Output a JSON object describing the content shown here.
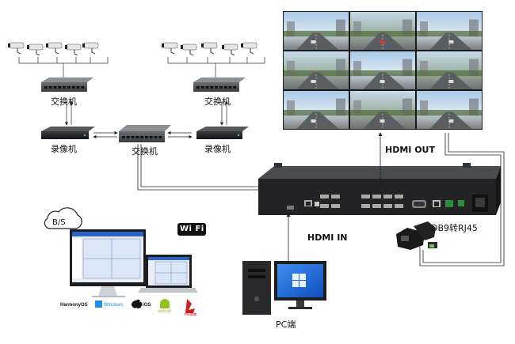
{
  "labels": {
    "switch_left": "交换机",
    "switch_right": "交换机",
    "switch_center": "交换机",
    "nvr_left": "录像机",
    "nvr_right": "录像机",
    "hdmi_out": "HDMI OUT",
    "hdmi_in": "HDMI IN",
    "db9": "DB9转RJ45",
    "pc": "PC端",
    "bs": "B/S",
    "wifi": "Wi Fi"
  },
  "os_logos": [
    {
      "name": "harmonyos",
      "text": "HarmonyOS"
    },
    {
      "name": "windows",
      "text": "Windows"
    },
    {
      "name": "ios",
      "text": "iOS"
    },
    {
      "name": "android",
      "text": "android"
    },
    {
      "name": "kylin",
      "text": "中标麒麟"
    }
  ],
  "colors": {
    "device_dark": "#2b2b2d",
    "line": "#333333",
    "screen_blue": "#1a5fd0",
    "windows_blue": "#1a8fe3",
    "android_green": "#8fc31f",
    "kylin_red": "#d11f1f"
  },
  "camera_count_per_group": 5,
  "video_wall_grid": {
    "rows": 3,
    "cols": 3
  }
}
